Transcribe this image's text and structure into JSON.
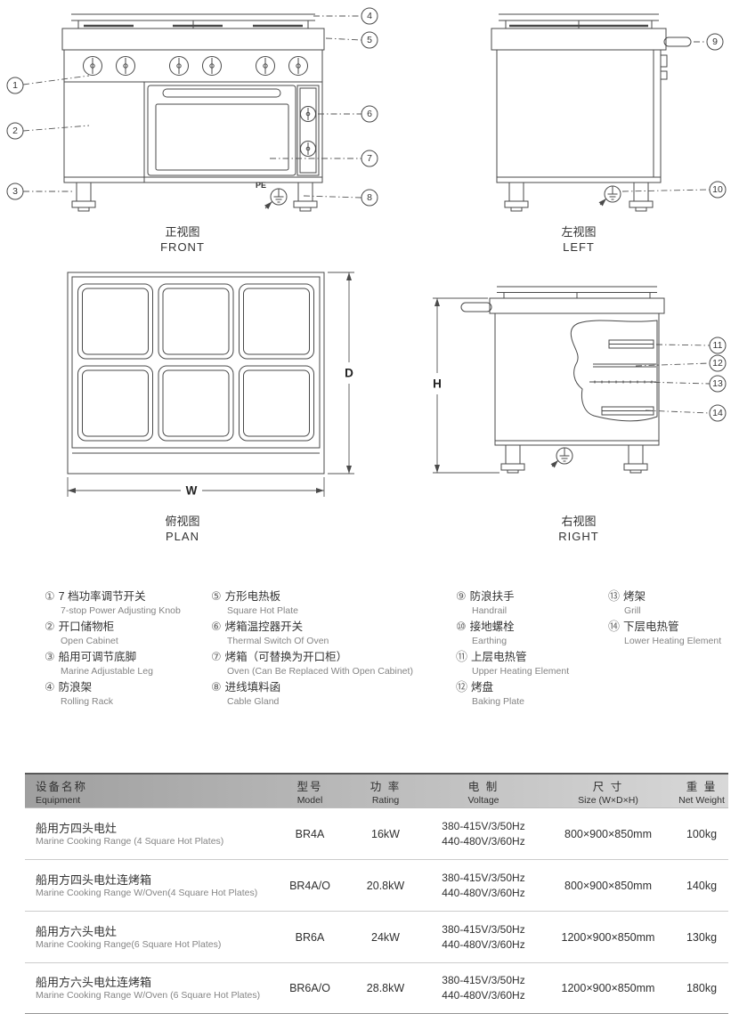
{
  "views": {
    "front": {
      "zh": "正视图",
      "en": "FRONT"
    },
    "left": {
      "zh": "左视图",
      "en": "LEFT"
    },
    "plan": {
      "zh": "俯视图",
      "en": "PLAN"
    },
    "right": {
      "zh": "右视图",
      "en": "RIGHT"
    }
  },
  "dims": {
    "w": "W",
    "d": "D",
    "h": "H",
    "pe": "PE"
  },
  "callouts": {
    "c1": "1",
    "c2": "2",
    "c3": "3",
    "c4": "4",
    "c5": "5",
    "c6": "6",
    "c7": "7",
    "c8": "8",
    "c9": "9",
    "c10": "10",
    "c11": "11",
    "c12": "12",
    "c13": "13",
    "c14": "14"
  },
  "legend": [
    {
      "num": "①",
      "zh": "7 档功率调节开关",
      "en": "7-stop Power Adjusting Knob"
    },
    {
      "num": "②",
      "zh": "开口储物柜",
      "en": "Open Cabinet"
    },
    {
      "num": "③",
      "zh": "船用可调节底脚",
      "en": "Marine Adjustable Leg"
    },
    {
      "num": "④",
      "zh": "防浪架",
      "en": "Rolling Rack"
    },
    {
      "num": "⑤",
      "zh": "方形电热板",
      "en": "Square Hot Plate"
    },
    {
      "num": "⑥",
      "zh": "烤箱温控器开关",
      "en": "Thermal Switch Of Oven"
    },
    {
      "num": "⑦",
      "zh": "烤箱（可替换为开口柜）",
      "en": "Oven (Can Be Replaced With Open Cabinet)"
    },
    {
      "num": "⑧",
      "zh": "进线填料函",
      "en": "Cable Gland"
    },
    {
      "num": "⑨",
      "zh": "防浪扶手",
      "en": "Handrail"
    },
    {
      "num": "⑩",
      "zh": "接地螺栓",
      "en": "Earthing"
    },
    {
      "num": "⑪",
      "zh": "上层电热管",
      "en": "Upper Heating Element"
    },
    {
      "num": "⑫",
      "zh": "烤盘",
      "en": "Baking Plate"
    },
    {
      "num": "⑬",
      "zh": "烤架",
      "en": "Grill"
    },
    {
      "num": "⑭",
      "zh": "下层电热管",
      "en": "Lower Heating Element"
    }
  ],
  "table": {
    "headers": [
      {
        "zh": "设备名称",
        "en": "Equipment"
      },
      {
        "zh": "型号",
        "en": "Model"
      },
      {
        "zh": "功 率",
        "en": "Rating"
      },
      {
        "zh": "电 制",
        "en": "Voltage"
      },
      {
        "zh": "尺 寸",
        "en": "Size (W×D×H)"
      },
      {
        "zh": "重 量",
        "en": "Net Weight"
      }
    ],
    "rows": [
      {
        "zh": "船用方四头电灶",
        "en": "Marine Cooking Range (4 Square Hot Plates)",
        "model": "BR4A",
        "rating": "16kW",
        "voltage1": "380-415V/3/50Hz",
        "voltage2": "440-480V/3/60Hz",
        "size": "800×900×850mm",
        "weight": "100kg"
      },
      {
        "zh": "船用方四头电灶连烤箱",
        "en": "Marine Cooking Range W/Oven(4 Square Hot Plates)",
        "model": "BR4A/O",
        "rating": "20.8kW",
        "voltage1": "380-415V/3/50Hz",
        "voltage2": "440-480V/3/60Hz",
        "size": "800×900×850mm",
        "weight": "140kg"
      },
      {
        "zh": "船用方六头电灶",
        "en": "Marine Cooking Range(6 Square Hot Plates)",
        "model": "BR6A",
        "rating": "24kW",
        "voltage1": "380-415V/3/50Hz",
        "voltage2": "440-480V/3/60Hz",
        "size": "1200×900×850mm",
        "weight": "130kg"
      },
      {
        "zh": "船用方六头电灶连烤箱",
        "en": "Marine Cooking Range W/Oven (6 Square Hot Plates)",
        "model": "BR6A/O",
        "rating": "28.8kW",
        "voltage1": "380-415V/3/50Hz",
        "voltage2": "440-480V/3/60Hz",
        "size": "1200×900×850mm",
        "weight": "180kg"
      }
    ]
  }
}
